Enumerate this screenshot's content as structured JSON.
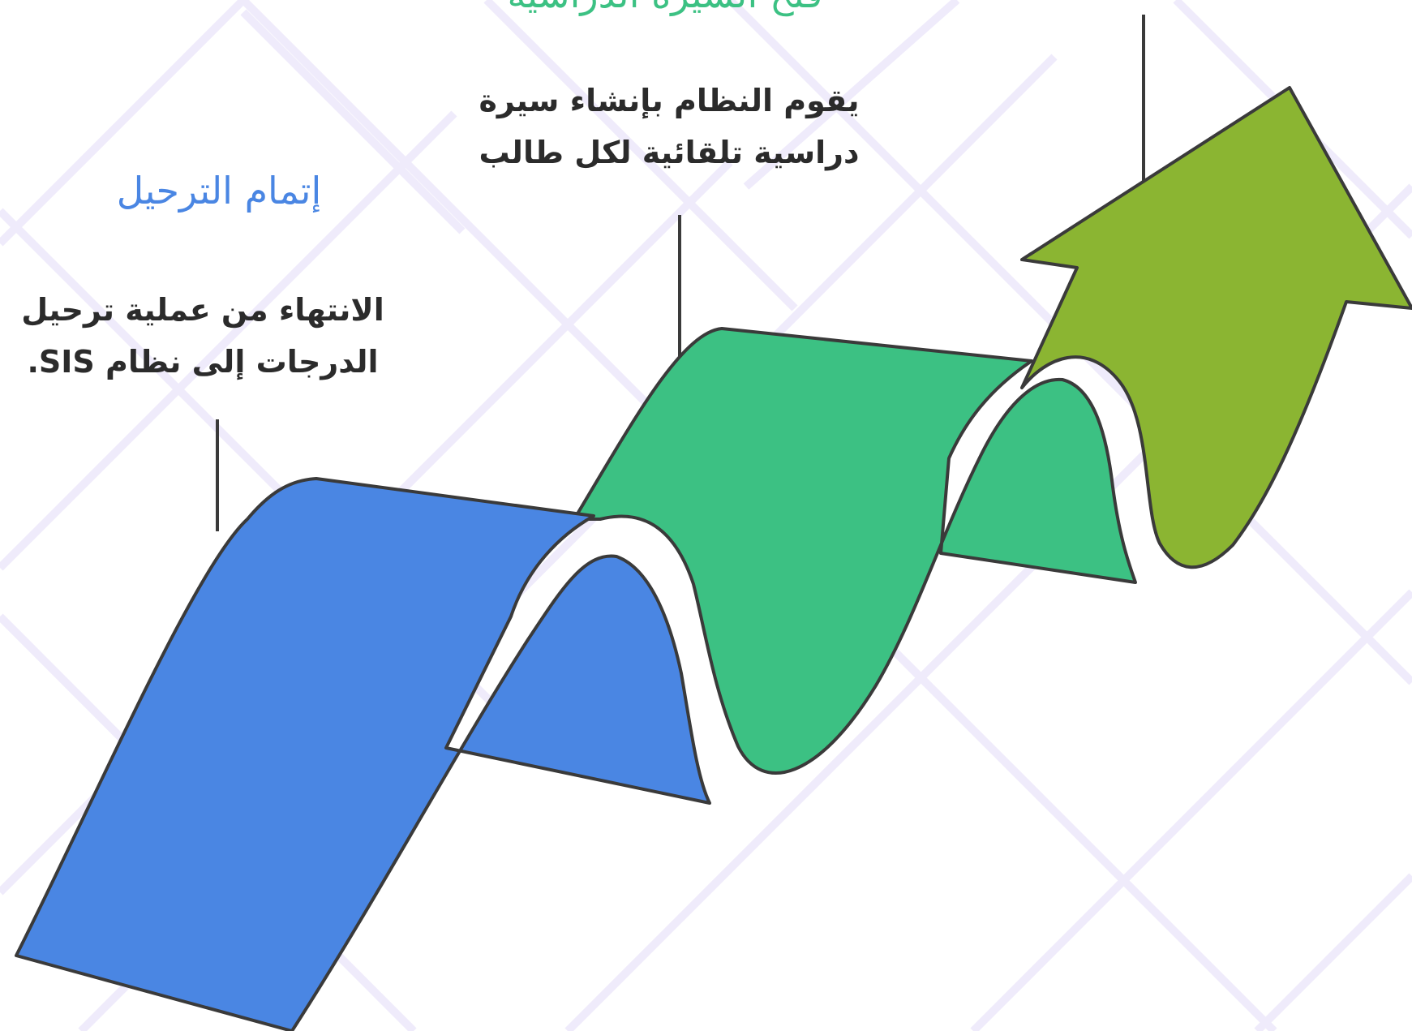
{
  "colors": {
    "background": "#ffffff",
    "grid": "#efebfb",
    "step1": "#4a86e3",
    "step2": "#3cc183",
    "step3": "#8bb532",
    "outline": "#3a3a3a"
  },
  "steps": [
    {
      "title": "إتمام الترحيل",
      "description_lines": [
        "الانتهاء من عملية ترحيل",
        "الدرجات إلى نظام SIS."
      ]
    },
    {
      "title": "فتح السيرة الدراسية",
      "description_lines": [
        "يقوم النظام بإنشاء سيرة",
        "دراسية تلقائية لكل طالب"
      ]
    },
    {
      "title": ""
    }
  ]
}
